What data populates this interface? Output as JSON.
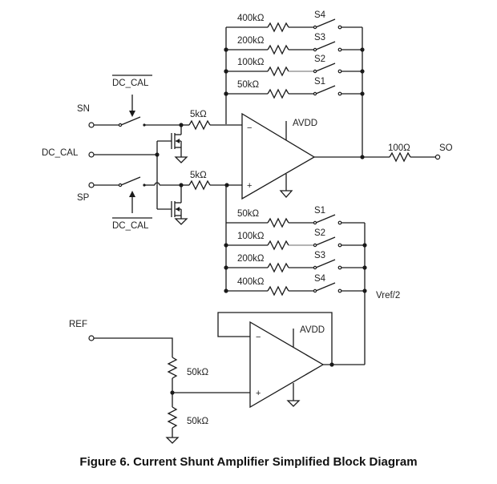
{
  "figure": {
    "caption": "Figure 6.  Current Shunt Amplifier Simplified Block Diagram"
  },
  "inputs": {
    "sn": "SN",
    "sp": "SP",
    "dc_cal": "DC_CAL",
    "dc_cal_bar_top": "DC_CAL",
    "dc_cal_bar_bottom": "DC_CAL",
    "ref": "REF"
  },
  "outputs": {
    "so": "SO",
    "out_resistor": "100Ω"
  },
  "input_resistors": {
    "sn_resistor": "5kΩ",
    "sp_resistor": "5kΩ"
  },
  "feedback_network": {
    "rows": [
      {
        "resistor": "400kΩ",
        "switch": "S4"
      },
      {
        "resistor": "200kΩ",
        "switch": "S3"
      },
      {
        "resistor": "100kΩ",
        "switch": "S2"
      },
      {
        "resistor": "50kΩ",
        "switch": "S1"
      }
    ]
  },
  "reference_network": {
    "rows": [
      {
        "resistor": "50kΩ",
        "switch": "S1"
      },
      {
        "resistor": "100kΩ",
        "switch": "S2"
      },
      {
        "resistor": "200kΩ",
        "switch": "S3"
      },
      {
        "resistor": "400kΩ",
        "switch": "S4"
      }
    ],
    "node_label": "Vref/2"
  },
  "main_amp": {
    "supply": "AVDD",
    "minus": "−",
    "plus": "+"
  },
  "buffer_amp": {
    "supply": "AVDD",
    "minus": "−",
    "plus": "+",
    "divider_top": "50kΩ",
    "divider_bottom": "50kΩ"
  }
}
